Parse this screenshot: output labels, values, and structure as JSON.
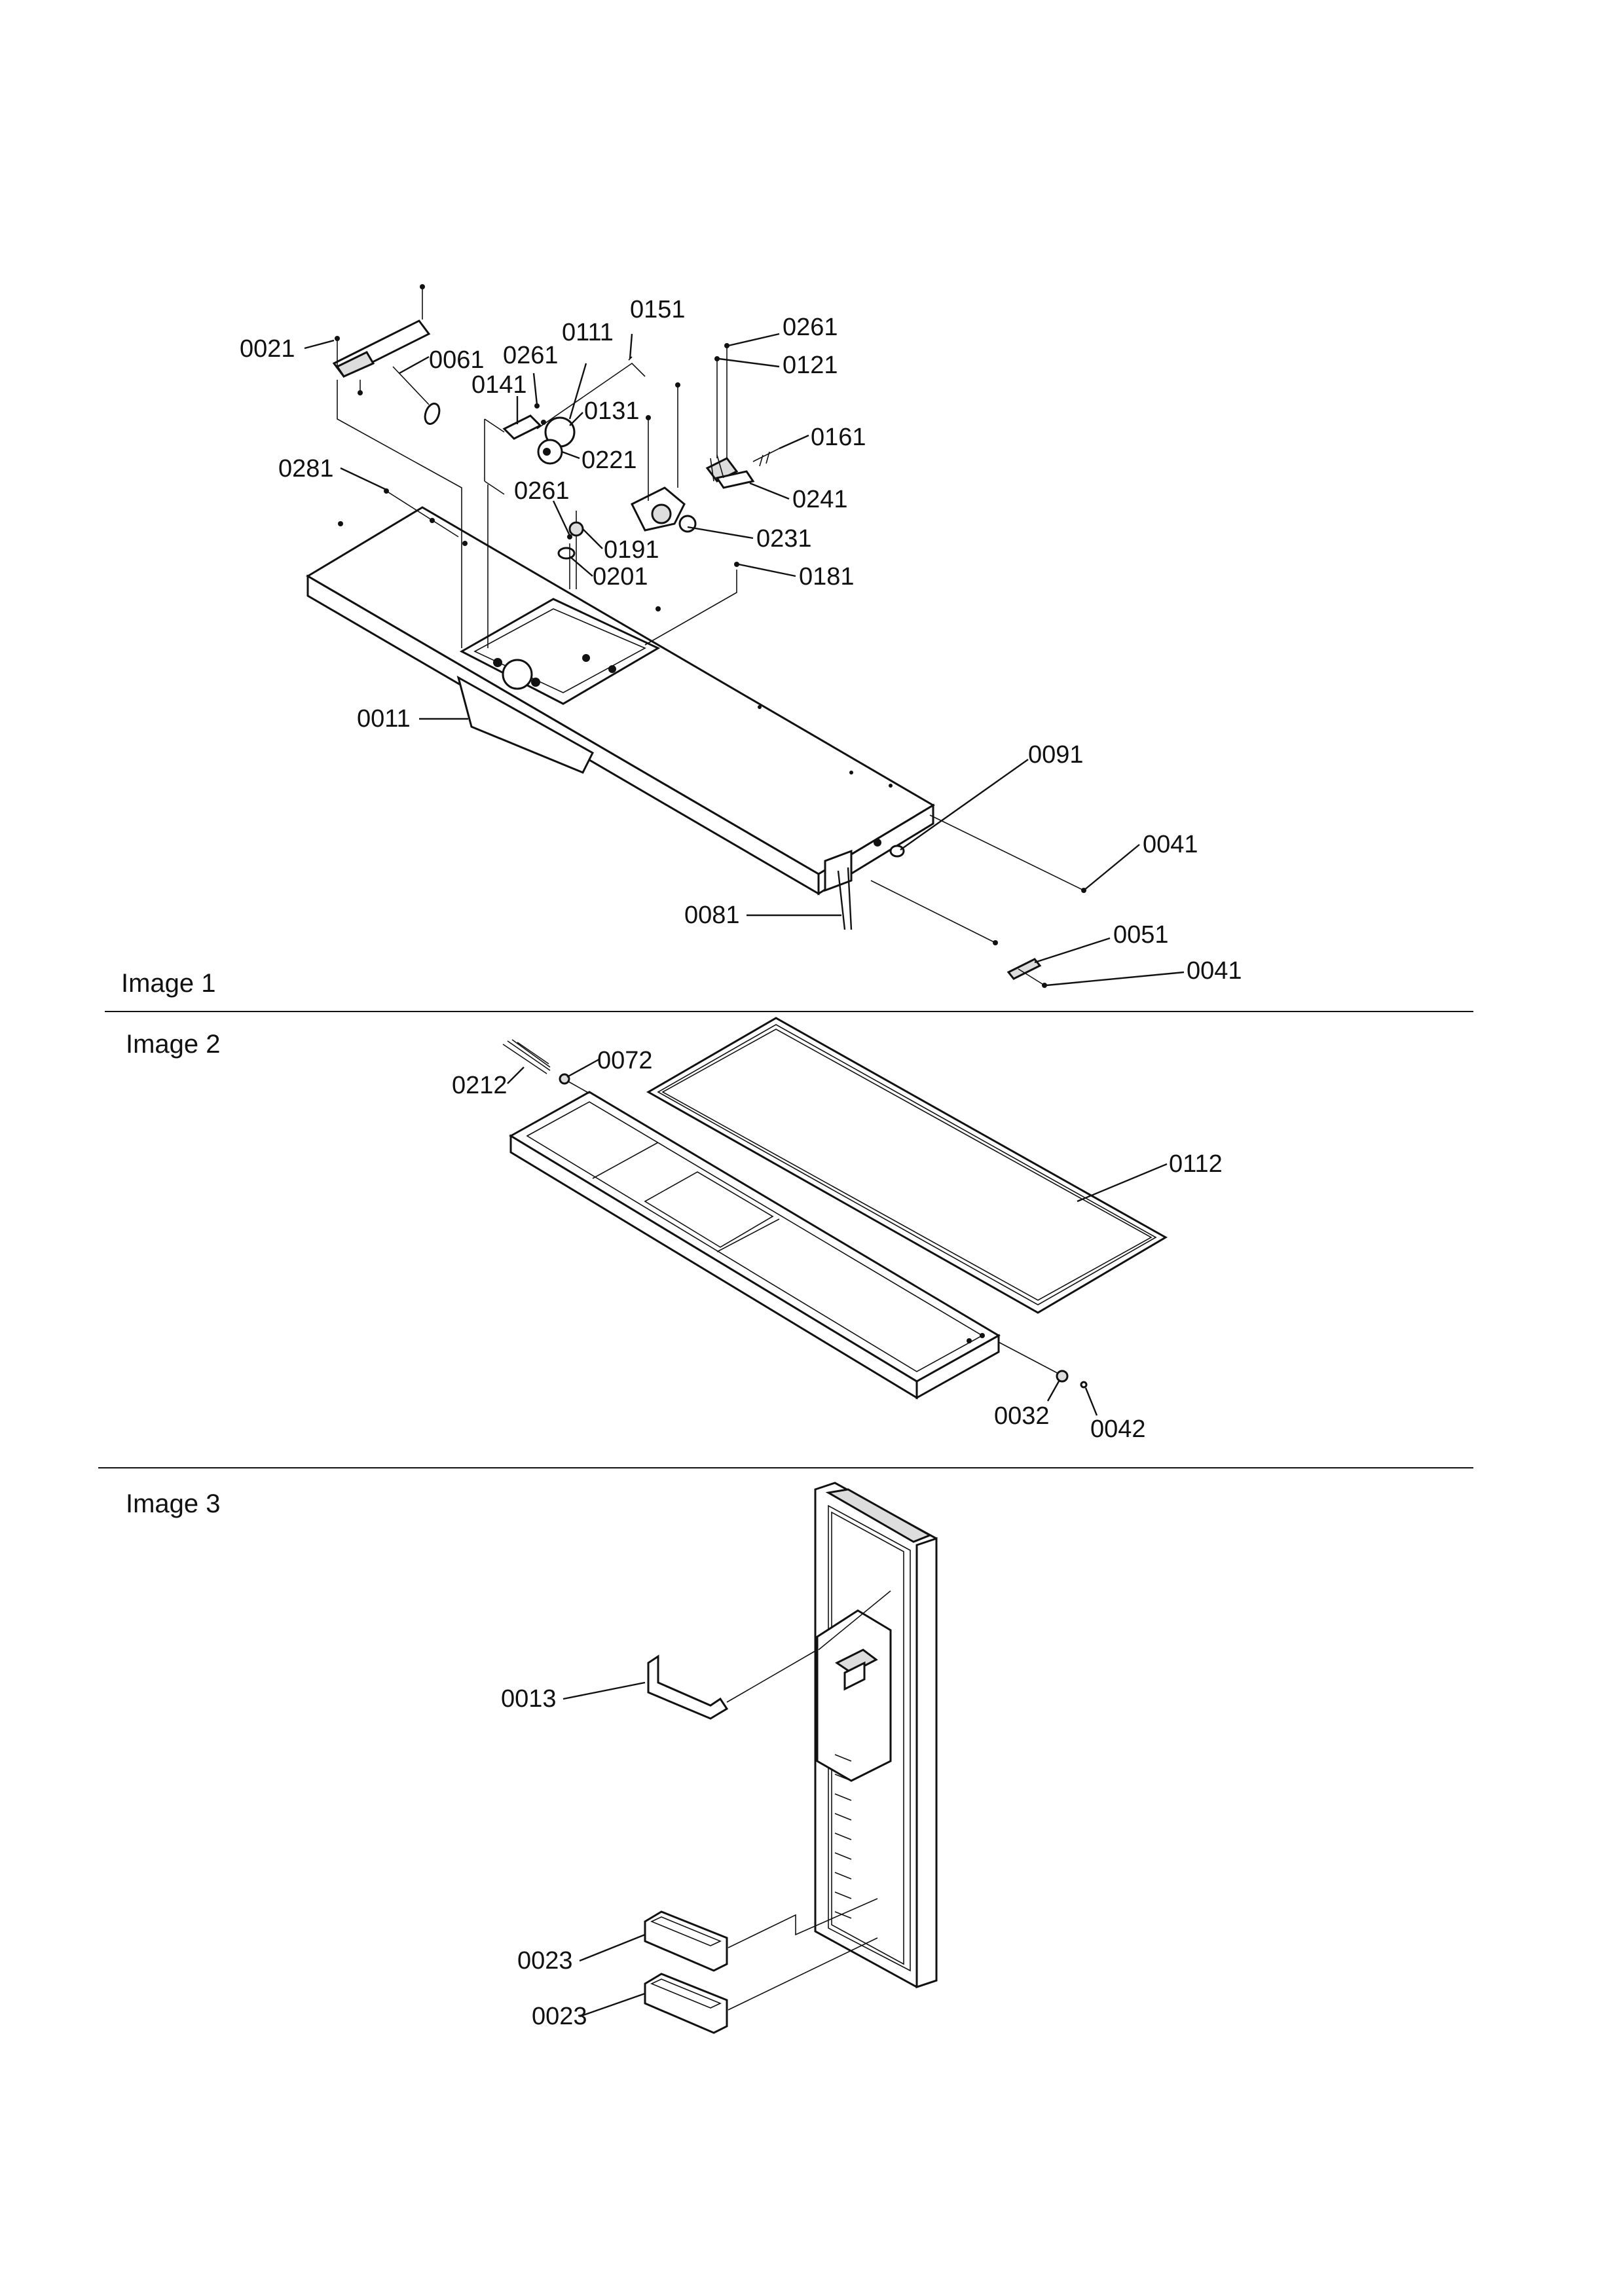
{
  "sections": [
    {
      "title": "Image 1"
    },
    {
      "title": "Image 2"
    },
    {
      "title": "Image 3"
    }
  ],
  "callouts": {
    "image1": [
      "0021",
      "0061",
      "0261",
      "0111",
      "0151",
      "0261",
      "0121",
      "0141",
      "0131",
      "0161",
      "0281",
      "0221",
      "0261",
      "0241",
      "0191",
      "0231",
      "0201",
      "0181",
      "0011",
      "0091",
      "0041",
      "0081",
      "0051",
      "0041"
    ],
    "image2": [
      "0072",
      "0212",
      "0112",
      "0032",
      "0042"
    ],
    "image3": [
      "0013",
      "0023",
      "0023"
    ]
  }
}
